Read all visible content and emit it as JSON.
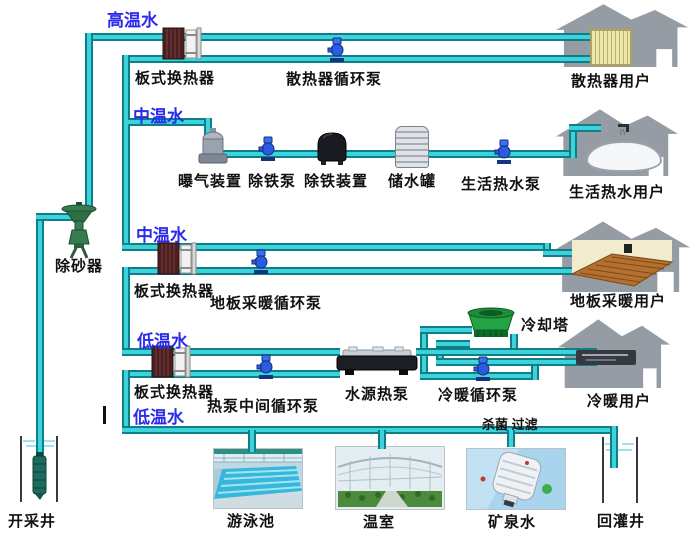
{
  "diagram": {
    "flow_labels": {
      "hot": "高温水",
      "mid_1": "中温水",
      "mid_2": "中温水",
      "low_1": "低温水",
      "low_2": "低温水"
    },
    "equipment": {
      "hx_1": "板式换热器",
      "hx_2": "板式换热器",
      "hx_3": "板式换热器",
      "radiator_pump": "散热器循环泵",
      "aeration": "曝气装置",
      "iron_pump": "除铁泵",
      "iron_removal": "除铁装置",
      "storage_tank": "储水罐",
      "dhw_pump": "生活热水泵",
      "sand_remover": "除砂器",
      "floor_pump": "地板采暖循环泵",
      "hp_mid_pump": "热泵中间循环泵",
      "ws_heat_pump": "水源热泵",
      "cooling_tower": "冷却塔",
      "ac_pump": "冷暖循环泵"
    },
    "users": {
      "radiator": "散热器用户",
      "dhw": "生活热水用户",
      "floor": "地板采暖用户",
      "ac": "冷暖用户"
    },
    "process_note": "杀菌 过滤",
    "sources_sinks": {
      "production_well": "开采井",
      "swimming_pool": "游泳池",
      "greenhouse": "温室",
      "mineral_water": "矿泉水",
      "reinjection_well": "回灌井"
    },
    "colors": {
      "pipe_fill": "#3ed2da",
      "pipe_edge": "#0e7e88",
      "flow_label": "#2b2bee",
      "house": "#969ca3",
      "label": "#111111"
    }
  }
}
